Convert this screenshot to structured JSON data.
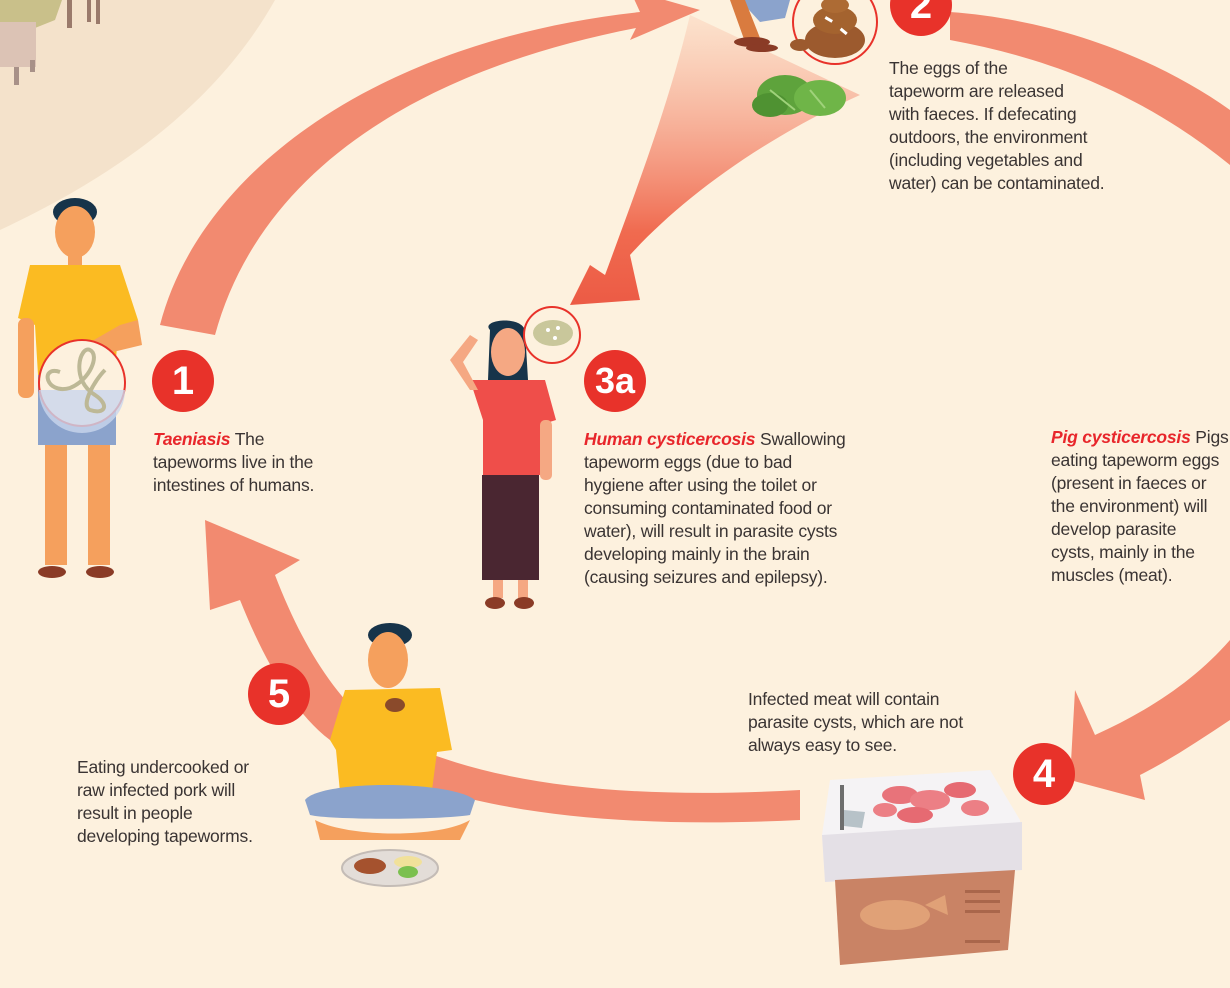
{
  "diagram": {
    "topic": "Taenia solium tapeworm life cycle",
    "colors": {
      "background": "#fdf1de",
      "arrow": "#f28a70",
      "badge": "#e8322a",
      "highlight_text": "#e8262b",
      "body_text": "#3a3433"
    },
    "steps": [
      {
        "badge": "1",
        "title": "Taeniasis",
        "text": "The tapeworms live in the intestines of humans."
      },
      {
        "badge": "2",
        "title": "",
        "text": "The eggs of the tapeworm are released with faeces. If defecating outdoors, the environment (including vegetables and water) can be contaminated."
      },
      {
        "badge": "3a",
        "title": "Human cysticercosis",
        "text": "Swallowing tapeworm eggs (due to bad hygiene after using the toilet or consuming contaminated food or water), will result in parasite cysts developing mainly in the brain (causing seizures and epilepsy)."
      },
      {
        "badge": "",
        "title": "Pig cysticercosis",
        "text": "Pigs eating tapeworm eggs (present in faeces or the environment) will develop parasite cysts, mainly in the muscles (meat)."
      },
      {
        "badge": "4",
        "title": "",
        "text": "Infected meat will contain parasite cysts, which are not always easy to see."
      },
      {
        "badge": "5",
        "title": "",
        "text": "Eating undercooked or raw infected pork will result in people developing tapeworms."
      }
    ],
    "lines": {
      "step1": [
        "The",
        "tapeworms live in the",
        "intestines of humans."
      ],
      "step2": [
        "The eggs of the",
        "tapeworm are released",
        "with faeces. If defecating",
        "outdoors, the environment",
        "(including vegetables and",
        "water) can be contaminated."
      ],
      "step3a": [
        "Swallowing",
        "tapeworm eggs (due to bad",
        "hygiene after using the toilet or",
        "consuming contaminated food or",
        "water), will result in parasite cysts",
        "developing mainly in the brain",
        "(causing seizures and epilepsy)."
      ],
      "step3b": [
        "Pigs",
        "eating tapeworm eggs",
        "(present in faeces or",
        "the environment) will",
        "develop parasite",
        "cysts, mainly in the",
        "muscles (meat)."
      ],
      "step4": [
        "Infected meat will contain",
        "parasite cysts, which are not",
        "always easy to see."
      ],
      "step5": [
        "Eating undercooked or",
        "raw infected pork will",
        "result in people",
        "developing tapeworms."
      ]
    },
    "illustrations": [
      "village-hut-illustration",
      "man-standing-with-tapeworm-illustration",
      "squatting-person-with-faeces-illustration",
      "lettuce-illustration",
      "woman-with-headache-brain-cyst-illustration",
      "meat-stall-with-pig-illustration",
      "man-eating-pork-illustration"
    ]
  }
}
